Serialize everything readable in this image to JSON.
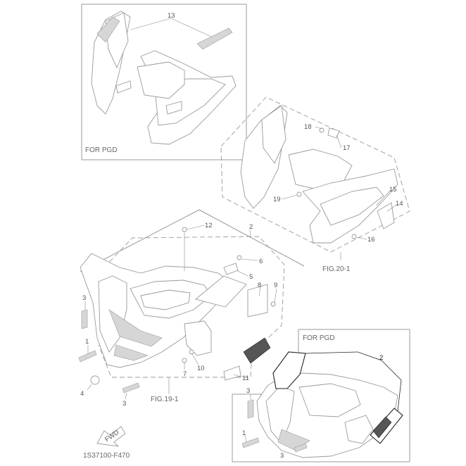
{
  "callouts": {
    "c1": "1",
    "c2": "2",
    "c3": "3",
    "c4": "4",
    "c5": "5",
    "c6": "6",
    "c7": "7",
    "c8": "8",
    "c9": "9",
    "c10": "10",
    "c11": "11",
    "c12": "12",
    "c13": "13",
    "c14": "14",
    "c15": "15",
    "c16": "16",
    "c17": "17",
    "c18": "18",
    "c19": "19"
  },
  "boxes": {
    "top_left_caption": "FOR PGD",
    "bottom_right_caption": "FOR PGD"
  },
  "figure_refs": {
    "fig_19": "FIG.19-1",
    "fig_20": "FIG.20-1"
  },
  "arrow_label": "FWD",
  "diagram_code": "1S37100-F470"
}
